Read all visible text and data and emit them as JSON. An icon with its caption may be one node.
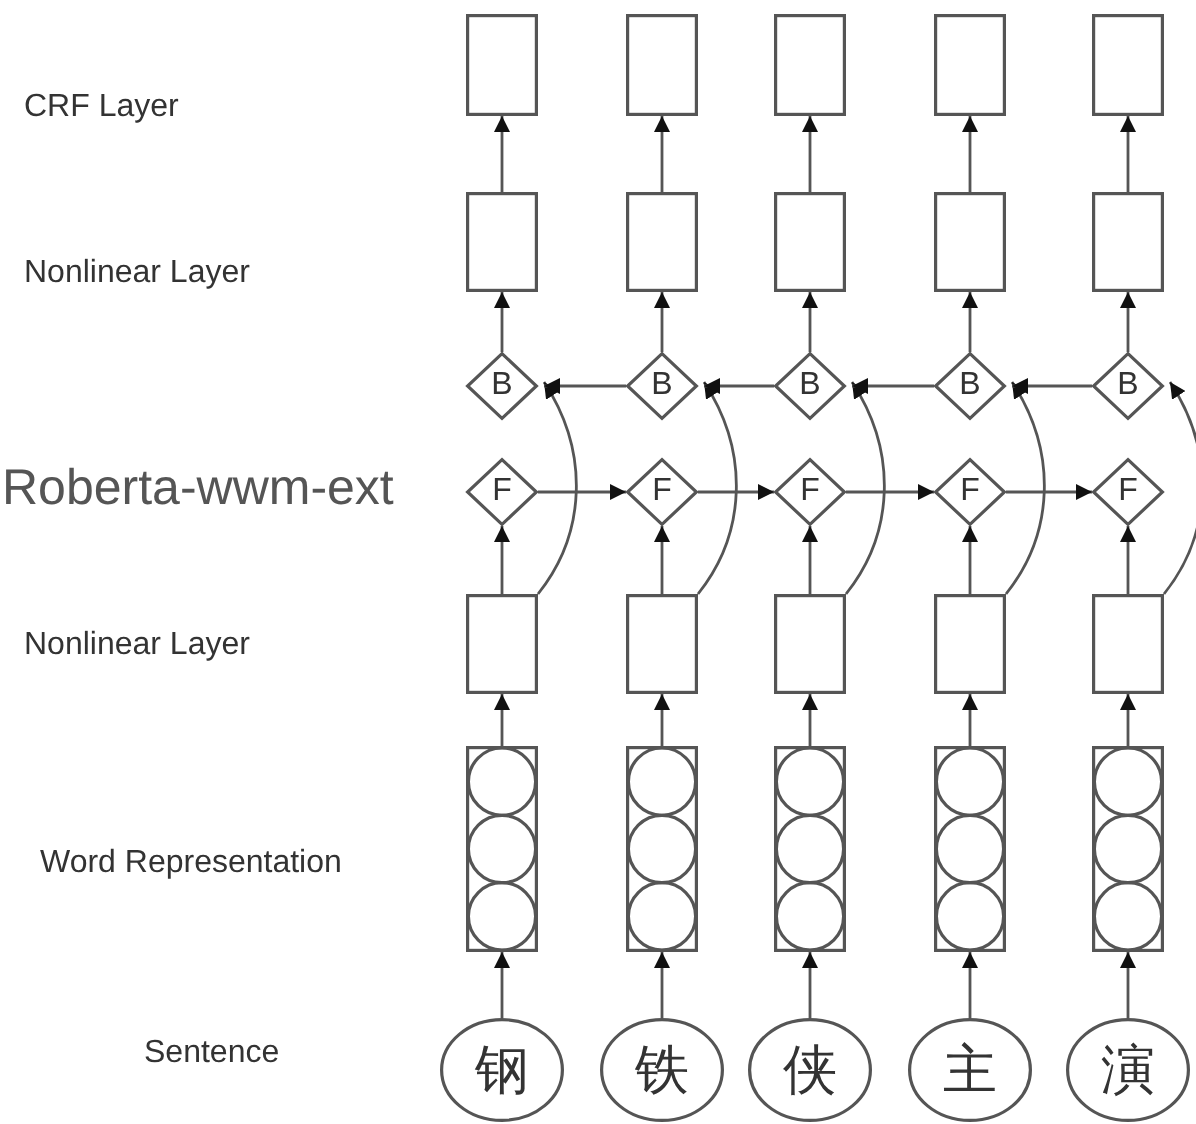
{
  "diagram": {
    "nodes": [
      {
        "text": [],
        "shape": "box"
      },
      {
        "text": [],
        "shape": "box"
      },
      {
        "text": [],
        "shape": "box"
      },
      {
        "text": [],
        "shape": "box"
      },
      {
        "text": [],
        "shape": "box"
      },
      {
        "text": [],
        "shape": "box"
      },
      {
        "text": [],
        "shape": "box"
      },
      {
        "text": [],
        "shape": "box"
      },
      {
        "text": [],
        "shape": "box"
      },
      {
        "text": [],
        "shape": "box"
      },
      {
        "text": [
          "B"
        ]
      },
      {
        "text": [
          "B"
        ]
      },
      {
        "text": [
          "B"
        ]
      },
      {
        "text": [
          "B"
        ]
      },
      {
        "text": [
          "B"
        ]
      },
      {
        "text": [
          "F"
        ]
      },
      {
        "text": [
          "F"
        ]
      },
      {
        "text": [
          "F"
        ]
      },
      {
        "text": [
          "F"
        ]
      },
      {
        "text": [
          "F"
        ]
      },
      {
        "text": [],
        "shape": "box"
      },
      {
        "text": [],
        "shape": "box"
      },
      {
        "text": [],
        "shape": "box"
      },
      {
        "text": [],
        "shape": "box"
      },
      {
        "text": [],
        "shape": "box"
      },
      {
        "text": [],
        "shape": "box"
      },
      {
        "text": [],
        "shape": "box"
      },
      {
        "text": [],
        "shape": "box"
      },
      {
        "text": [],
        "shape": "box"
      },
      {
        "text": [],
        "shape": "box"
      },
      {
        "text": [
          "钢"
        ]
      },
      {
        "text": [
          "铁"
        ]
      },
      {
        "text": [
          "侠"
        ]
      },
      {
        "text": [
          "主"
        ]
      },
      {
        "text": [
          "演"
        ]
      }
    ],
    "edges": [
      {
        "from": 30,
        "to": 25,
        "arrow": "to"
      },
      {
        "from": 31,
        "to": 26,
        "arrow": "to"
      },
      {
        "from": 32,
        "to": 27,
        "arrow": "to"
      },
      {
        "from": 33,
        "to": 28,
        "arrow": "to"
      },
      {
        "from": 34,
        "to": 29,
        "arrow": "to"
      },
      {
        "from": 25,
        "to": 20,
        "arrow": "to"
      },
      {
        "from": 26,
        "to": 21,
        "arrow": "to"
      },
      {
        "from": 27,
        "to": 22,
        "arrow": "to"
      },
      {
        "from": 28,
        "to": 23,
        "arrow": "to"
      },
      {
        "from": 29,
        "to": 24,
        "arrow": "to"
      },
      {
        "from": 20,
        "to": 15,
        "arrow": "to"
      },
      {
        "from": 21,
        "to": 16,
        "arrow": "to"
      },
      {
        "from": 22,
        "to": 17,
        "arrow": "to"
      },
      {
        "from": 23,
        "to": 18,
        "arrow": "to"
      },
      {
        "from": 24,
        "to": 19,
        "arrow": "to"
      },
      {
        "from": 20,
        "to": 10,
        "arrow": "to"
      },
      {
        "from": 21,
        "to": 11,
        "arrow": "to"
      },
      {
        "from": 22,
        "to": 12,
        "arrow": "to"
      },
      {
        "from": 23,
        "to": 13,
        "arrow": "to"
      },
      {
        "from": 24,
        "to": 14,
        "arrow": "to"
      },
      {
        "from": 15,
        "to": 16,
        "arrow": "to"
      },
      {
        "from": 16,
        "to": 17,
        "arrow": "to"
      },
      {
        "from": 17,
        "to": 18,
        "arrow": "to"
      },
      {
        "from": 18,
        "to": 19,
        "arrow": "to"
      },
      {
        "from": 14,
        "to": 13,
        "arrow": "to"
      },
      {
        "from": 13,
        "to": 12,
        "arrow": "to"
      },
      {
        "from": 12,
        "to": 11,
        "arrow": "to"
      },
      {
        "from": 11,
        "to": 10,
        "arrow": "to"
      },
      {
        "from": 10,
        "to": 5,
        "arrow": "to"
      },
      {
        "from": 11,
        "to": 6,
        "arrow": "to"
      },
      {
        "from": 12,
        "to": 7,
        "arrow": "to"
      },
      {
        "from": 13,
        "to": 8,
        "arrow": "to"
      },
      {
        "from": 14,
        "to": 9,
        "arrow": "to"
      },
      {
        "from": 5,
        "to": 0,
        "arrow": "to"
      },
      {
        "from": 6,
        "to": 1,
        "arrow": "to"
      },
      {
        "from": 7,
        "to": 2,
        "arrow": "to"
      },
      {
        "from": 8,
        "to": 3,
        "arrow": "to"
      },
      {
        "from": 9,
        "to": 4,
        "arrow": "to"
      }
    ],
    "labels": [
      "CRF Layer",
      "Nonlinear Layer",
      "Roberta-wwm-ext",
      "Nonlinear Layer",
      "Word Representation",
      "Sentence"
    ]
  }
}
